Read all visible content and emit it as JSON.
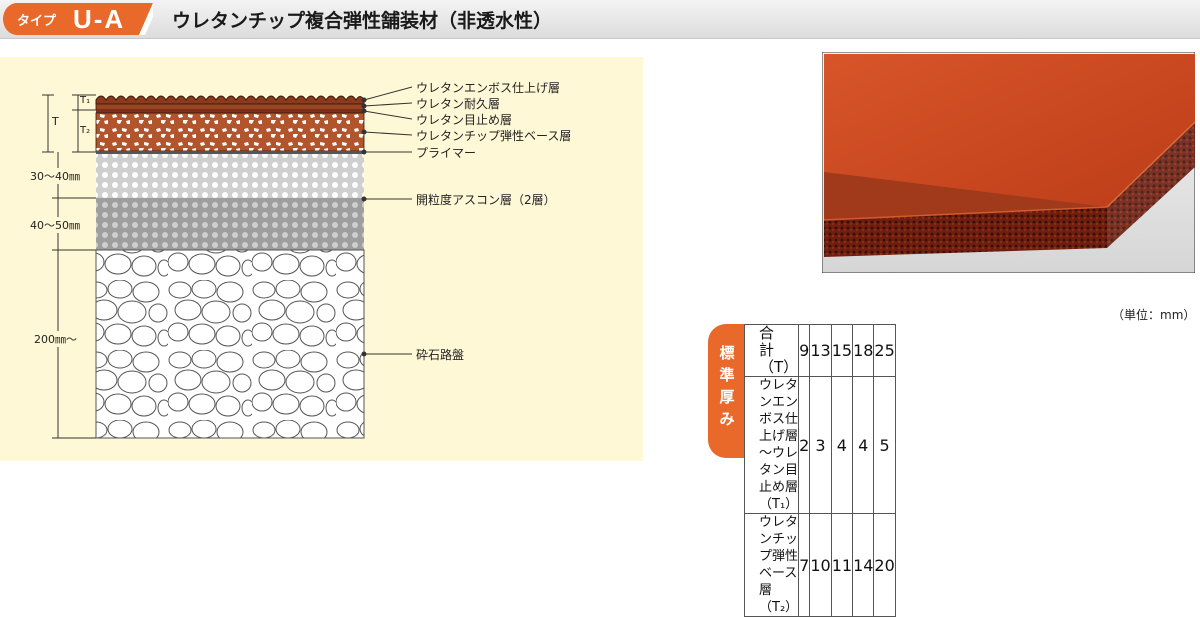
{
  "header": {
    "badge_type": "タイプ",
    "badge_code": "U-A",
    "title": "ウレタンチップ複合弾性舗装材（非透水性）"
  },
  "diagram": {
    "layers": [
      "ウレタンエンボス仕上げ層",
      "ウレタン耐久層",
      "ウレタン目止め層",
      "ウレタンチップ弾性ベース層",
      "プライマー",
      "開粒度アスコン層（2層）",
      "砕石路盤"
    ],
    "dimensions": {
      "t1": "T₁",
      "t": "T",
      "t2": "T₂",
      "d1": "30〜40㎜",
      "d2": "40〜50㎜",
      "d3": "200㎜〜"
    },
    "colors": {
      "urethane_top": "#8b3a1e",
      "urethane_base": "#b3552c",
      "asphalt": "#bdbdbd",
      "gravel": "#ffffff"
    }
  },
  "table": {
    "unit": "（単位：mm）",
    "side_label": [
      "標",
      "準",
      "厚",
      "み"
    ],
    "rows": [
      {
        "label": "合　計（T）",
        "values": [
          "9",
          "13",
          "15",
          "18",
          "25"
        ]
      },
      {
        "label_lines": [
          "ウレタンエンボス仕上げ層",
          "〜ウレタン目止め層（T₁）"
        ],
        "values": [
          "2",
          "3",
          "4",
          "4",
          "5"
        ]
      },
      {
        "label_lines": [
          "ウレタンチップ弾性",
          "ベース層（T₂）"
        ],
        "values": [
          "7",
          "10",
          "11",
          "14",
          "20"
        ]
      }
    ]
  },
  "colors": {
    "accent": "#e8692a",
    "header_gray": "#dcdcdc",
    "panel_bg": "#fff8d6"
  }
}
